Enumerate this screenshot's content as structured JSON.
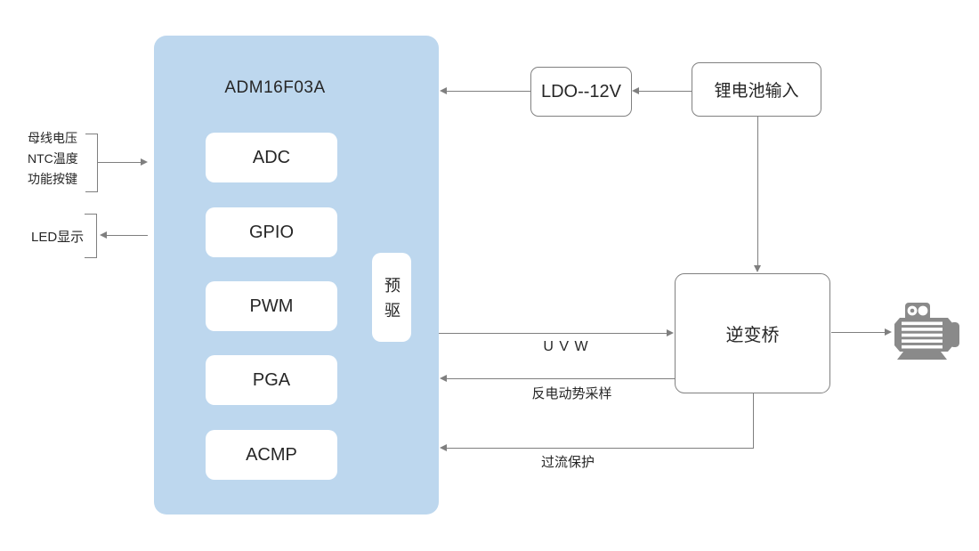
{
  "chip": {
    "title": "ADM16F03A",
    "modules": [
      "ADC",
      "GPIO",
      "PWM",
      "PGA",
      "ACMP"
    ],
    "predriver_label": "预驱"
  },
  "power": {
    "ldo_label": "LDO--12V",
    "battery_label": "锂电池输入"
  },
  "inverter_label": "逆变桥",
  "left_panel": {
    "inputs": [
      "母线电压",
      "NTC温度",
      "功能按键"
    ],
    "output": "LED显示"
  },
  "signal_labels": {
    "uvw": "U V W",
    "back_emf": "反电动势采样",
    "overcurrent": "过流保护"
  },
  "icons": {
    "motor": "motor-icon"
  },
  "colors": {
    "chip_fill": "#BDD7EE",
    "line": "#7F7F7F",
    "box_border": "#808080",
    "text": "#262626",
    "motor": "#8A8A8A"
  }
}
